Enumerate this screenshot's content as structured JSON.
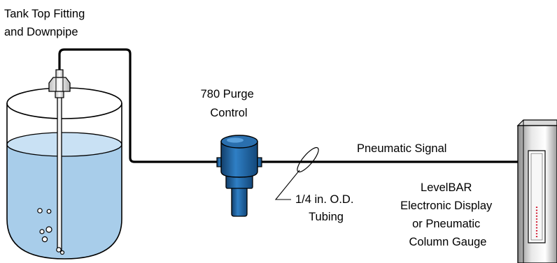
{
  "labels": {
    "tank_top_fitting": [
      "Tank Top Fitting",
      "and Downpipe"
    ],
    "purge_control": [
      "780 Purge",
      "Control"
    ],
    "pneumatic_signal": "Pneumatic Signal",
    "tubing": [
      "1/4 in. O.D.",
      "Tubing"
    ],
    "display": [
      "LevelBAR",
      "Electronic Display",
      "or Pneumatic",
      "Column Gauge"
    ]
  },
  "colors": {
    "liquid": "#a8cdea",
    "purge_control_body": "#1d63a5",
    "purge_control_highlight": "#3f8bcf",
    "outline": "#000000",
    "gauge_indicator": "#d0021b",
    "fitting": "#e6e6e6"
  },
  "indicator": {
    "gauge_fill_fraction": 0.4
  }
}
